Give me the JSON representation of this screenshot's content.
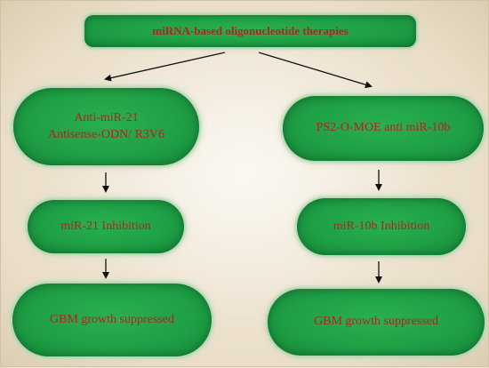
{
  "title": "miRNA-based oligonucleotide therapies",
  "left_branch": {
    "box1_line1": "Anti-miR-21",
    "box1_line2": "Antisense-ODN/ R3V6",
    "box2": "miR-21 Inhibition",
    "box3": "GBM growth suppressed"
  },
  "right_branch": {
    "box1": "PS2-O-MOE anti miR-10b",
    "box2": "miR-10b Inhibition",
    "box3": "GBM growth suppressed"
  },
  "colors": {
    "box_fill": "#1fa046",
    "text": "#b3231c",
    "arrow": "#111111",
    "background": "#efe6d6"
  }
}
